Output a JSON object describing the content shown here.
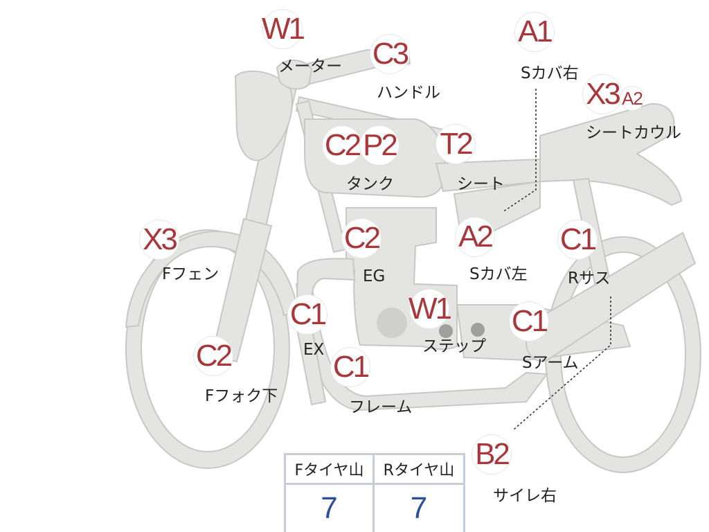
{
  "parts": [
    {
      "id": "meter",
      "grade": "W1",
      "label": "メーター"
    },
    {
      "id": "handle",
      "grade": "C3",
      "label": "ハンドル"
    },
    {
      "id": "seat-cover-right",
      "grade": "A1",
      "label": "Sカバ右"
    },
    {
      "id": "seat-cowl",
      "grade": "X3",
      "sub_grade": "A2",
      "label": "シートカウル"
    },
    {
      "id": "tank",
      "grade": "C2",
      "grade2": "P2",
      "label": "タンク"
    },
    {
      "id": "seat",
      "grade": "T2",
      "label": "シート"
    },
    {
      "id": "f-fender",
      "grade": "X3",
      "label": "Fフェン"
    },
    {
      "id": "engine",
      "grade": "C2",
      "label": "EG"
    },
    {
      "id": "seat-cover-left",
      "grade": "A2",
      "label": "Sカバ左"
    },
    {
      "id": "r-suspension",
      "grade": "C1",
      "label": "Rサス"
    },
    {
      "id": "exhaust",
      "grade": "C1",
      "label": "EX"
    },
    {
      "id": "step",
      "grade": "W1",
      "label": "ステップ"
    },
    {
      "id": "swing-arm",
      "grade": "C1",
      "label": "Sアーム"
    },
    {
      "id": "f-fork-lower",
      "grade": "C2",
      "label": "Fフォク下"
    },
    {
      "id": "frame",
      "grade": "C1",
      "label": "フレーム"
    },
    {
      "id": "silencer-right",
      "grade": "B2",
      "label": "サイレ右"
    }
  ],
  "tire_tread": {
    "front_header": "Fタイヤ山",
    "rear_header": "Rタイヤ山",
    "front_value": "7",
    "rear_value": "7"
  },
  "colors": {
    "grade_text": "#a8373b",
    "tread_value": "#2c4d9e",
    "bike_fill": "#e4e4e2",
    "bike_stroke": "#c7c7c5"
  }
}
